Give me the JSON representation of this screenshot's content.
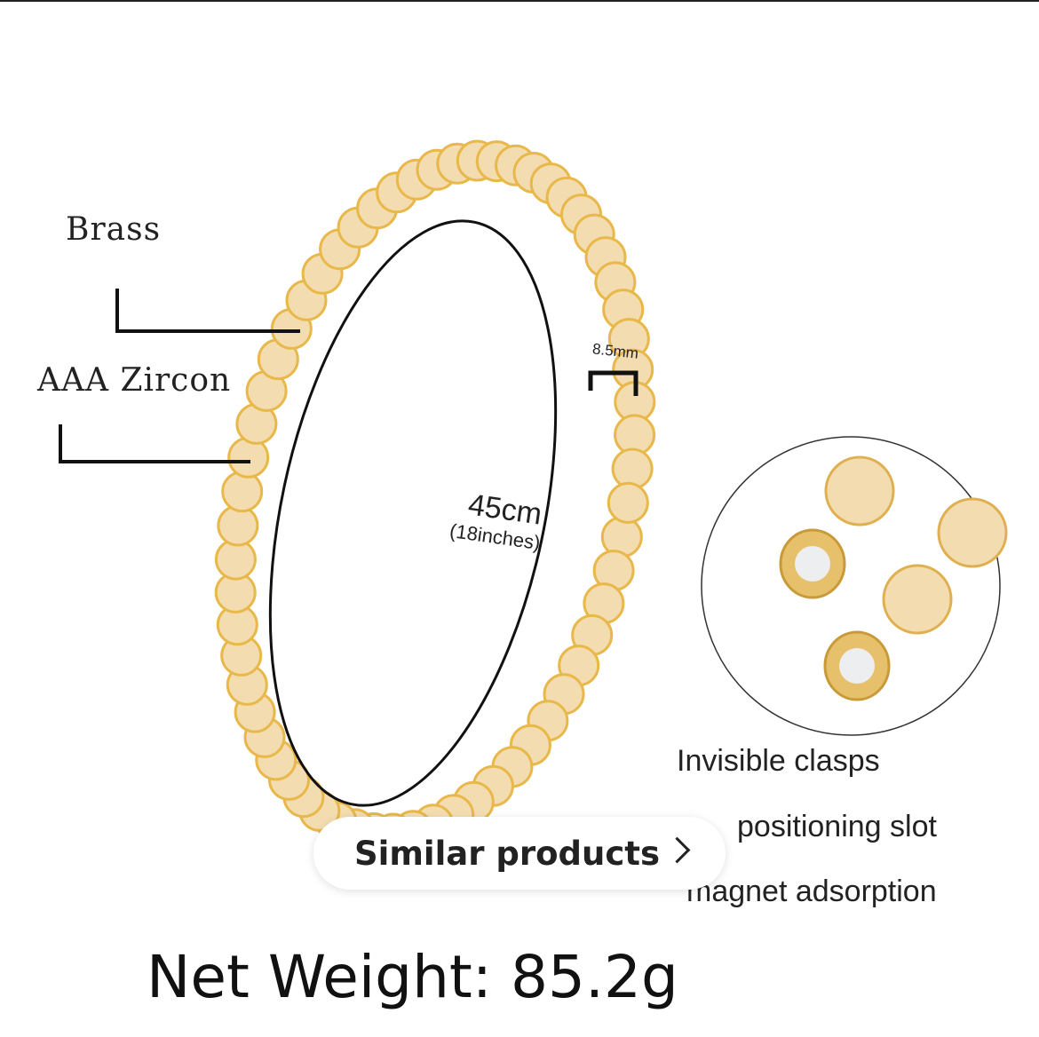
{
  "product_image": {
    "labels": {
      "brass": "Brass",
      "zircon": "AAA Zircon",
      "bead_size": "8.5mm",
      "length": "45cm",
      "length_inches": "(18inches)",
      "clasp_1": "Invisible clasps",
      "clasp_2": "positioning slot",
      "clasp_3": "magnet adsorption",
      "net_weight": "Net Weight: 85.2g"
    },
    "colors": {
      "gold": "#e8b84a",
      "bead": "#f3ddb0"
    }
  },
  "overlay": {
    "similar_products_label": "Similar products",
    "chevron_icon": "chevron-right-icon"
  }
}
